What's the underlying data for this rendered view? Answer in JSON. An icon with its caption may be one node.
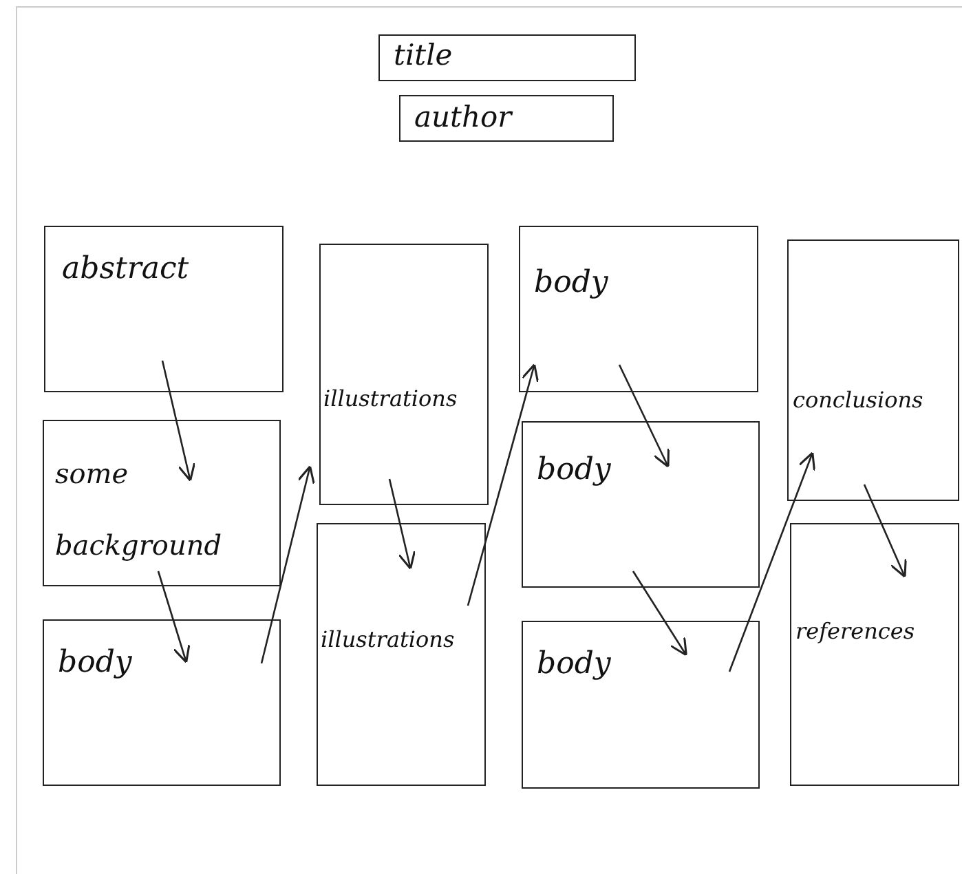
{
  "diagram": {
    "nodes": [
      {
        "text": [
          "title"
        ]
      },
      {
        "text": [
          "author"
        ]
      },
      {
        "text": [
          "abstract"
        ]
      },
      {
        "text": [
          "some background"
        ]
      },
      {
        "text": [
          "body"
        ]
      },
      {
        "text": [
          "illustrations"
        ]
      },
      {
        "text": [
          "illustrations"
        ]
      },
      {
        "text": [
          "body"
        ]
      },
      {
        "text": [
          "body"
        ]
      },
      {
        "text": [
          "body"
        ]
      },
      {
        "text": [
          "conclusions"
        ]
      },
      {
        "text": [
          "references"
        ]
      }
    ],
    "edges": [
      {
        "from": 2,
        "to": 3,
        "arrow": "to"
      },
      {
        "from": 3,
        "to": 4,
        "arrow": "to"
      },
      {
        "from": 4,
        "to": 5,
        "arrow": "to"
      },
      {
        "from": 5,
        "to": 6,
        "arrow": "to"
      },
      {
        "from": 6,
        "to": 7,
        "arrow": "to"
      },
      {
        "from": 7,
        "to": 8,
        "arrow": "to"
      },
      {
        "from": 8,
        "to": 9,
        "arrow": "to"
      },
      {
        "from": 9,
        "to": 10,
        "arrow": "to"
      },
      {
        "from": 10,
        "to": 11,
        "arrow": "to"
      }
    ]
  }
}
